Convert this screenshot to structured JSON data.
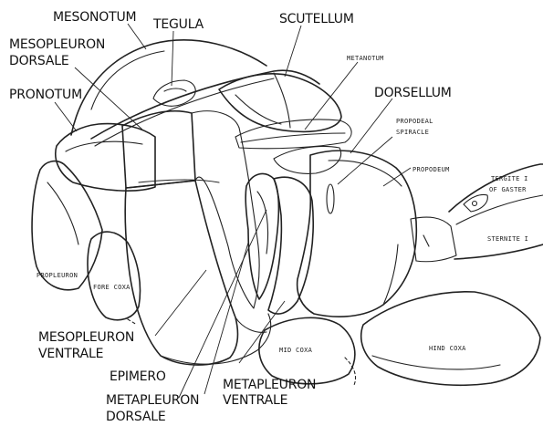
{
  "labels": {
    "mesonotum": "MESONOTUM",
    "tegula": "TEGULA",
    "scutellum": "SCUTELLUM",
    "mesopleuron_dorsale_1": "MESOPLEURON",
    "mesopleuron_dorsale_2": "DORSALE",
    "pronotum": "PRONOTUM",
    "metanotum": "METANOTUM",
    "dorsellum": "DORSELLUM",
    "propodeal_spiracle_1": "PROPODEAL",
    "propodeal_spiracle_2": "SPIRACLE",
    "propodeum": "PROPODEUM",
    "tergite_1": "TERGITE I",
    "tergite_2": "OF GASTER",
    "sternite": "STERNITE I",
    "propleuron": "PROPLEURON",
    "fore_coxa": "FORE COXA",
    "mesopleuron_ventrale_1": "MESOPLEURON",
    "mesopleuron_ventrale_2": "VENTRALE",
    "epimero": "EPIMERO",
    "metapleuron_dorsale_1": "METAPLEURON",
    "metapleuron_dorsale_2": "DORSALE",
    "metapleuron_ventrale_1": "METAPLEURON",
    "metapleuron_ventrale_2": "VENTRALE",
    "mid_coxa": "MID COXA",
    "hind_coxa": "HIND COXA"
  }
}
